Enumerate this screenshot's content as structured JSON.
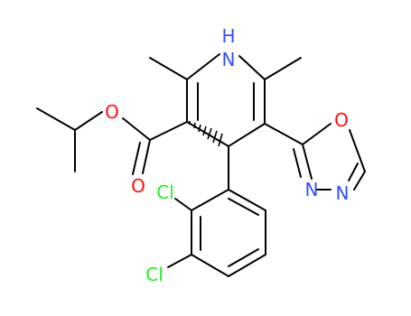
{
  "colors": {
    "bond": "#000000",
    "oxygen": "#ff0d0d",
    "nitrogen": "#3050f8",
    "chlorine": "#1ff01f",
    "carbon": "#000000",
    "background": "#ffffff"
  },
  "atoms": [
    {
      "id": "nh",
      "element": "N",
      "label": "N",
      "sub": "H",
      "color_key": "nitrogen"
    },
    {
      "id": "o_ester_single",
      "element": "O",
      "label": "O",
      "color_key": "oxygen"
    },
    {
      "id": "o_ester_double",
      "element": "O",
      "label": "O",
      "color_key": "oxygen"
    },
    {
      "id": "o_oxadiazole",
      "element": "O",
      "label": "O",
      "color_key": "oxygen"
    },
    {
      "id": "n_oxadiazole_1",
      "element": "N",
      "label": "N",
      "color_key": "nitrogen"
    },
    {
      "id": "n_oxadiazole_2",
      "element": "N",
      "label": "N",
      "color_key": "nitrogen"
    },
    {
      "id": "cl_1",
      "element": "Cl",
      "label": "Cl",
      "color_key": "chlorine"
    },
    {
      "id": "cl_2",
      "element": "Cl",
      "label": "Cl",
      "color_key": "chlorine"
    }
  ]
}
